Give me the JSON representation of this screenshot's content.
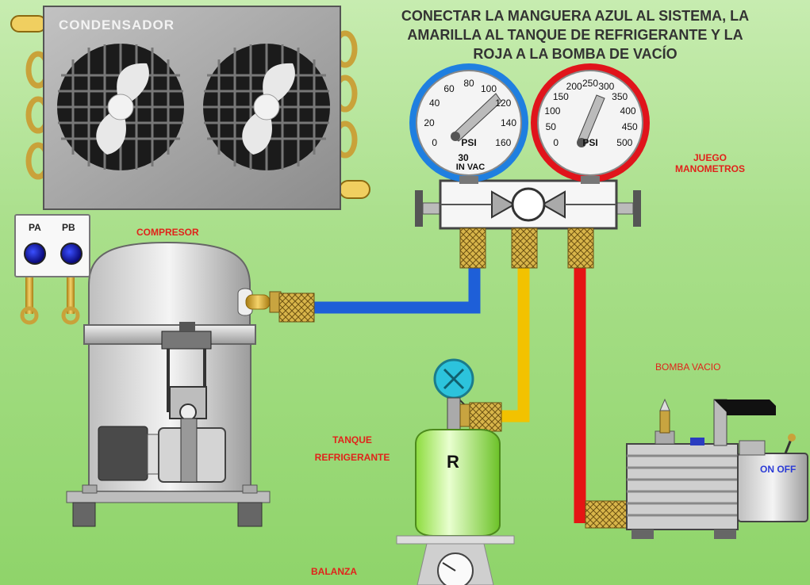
{
  "title_lines": [
    "CONECTAR LA MANGUERA AZUL AL SISTEMA, LA",
    "AMARILLA AL TANQUE DE REFRIGERANTE Y LA",
    "ROJA A LA BOMBA DE VACÍO"
  ],
  "condenser": {
    "label": "CONDENSADOR"
  },
  "panel": {
    "pa": "PA",
    "pb": "PB"
  },
  "labels": {
    "compressor": "COMPRESOR",
    "gauges_line1": "JUEGO",
    "gauges_line2": "MANOMETROS",
    "tank_line1": "TANQUE",
    "tank_line2": "REFRIGERANTE",
    "vacuum_pump": "BOMBA VACIO",
    "scale": "BALANZA"
  },
  "tank": {
    "letter": "R"
  },
  "pump": {
    "switch": "ON OFF"
  },
  "low_gauge": {
    "ticks": [
      "0",
      "20",
      "40",
      "60",
      "80",
      "100",
      "120",
      "140",
      "160"
    ],
    "unit": "PSI",
    "vac_value": "30",
    "vac_unit": "IN VAC",
    "ring_color": "#1f7fe0"
  },
  "high_gauge": {
    "ticks": [
      "0",
      "50",
      "100",
      "150",
      "200",
      "250",
      "300",
      "350",
      "400",
      "450",
      "500"
    ],
    "unit": "PSI",
    "ring_color": "#e0141b"
  },
  "colors": {
    "blue_hose": "#1e5fd8",
    "yellow_hose": "#f2c200",
    "red_hose": "#e51414"
  }
}
